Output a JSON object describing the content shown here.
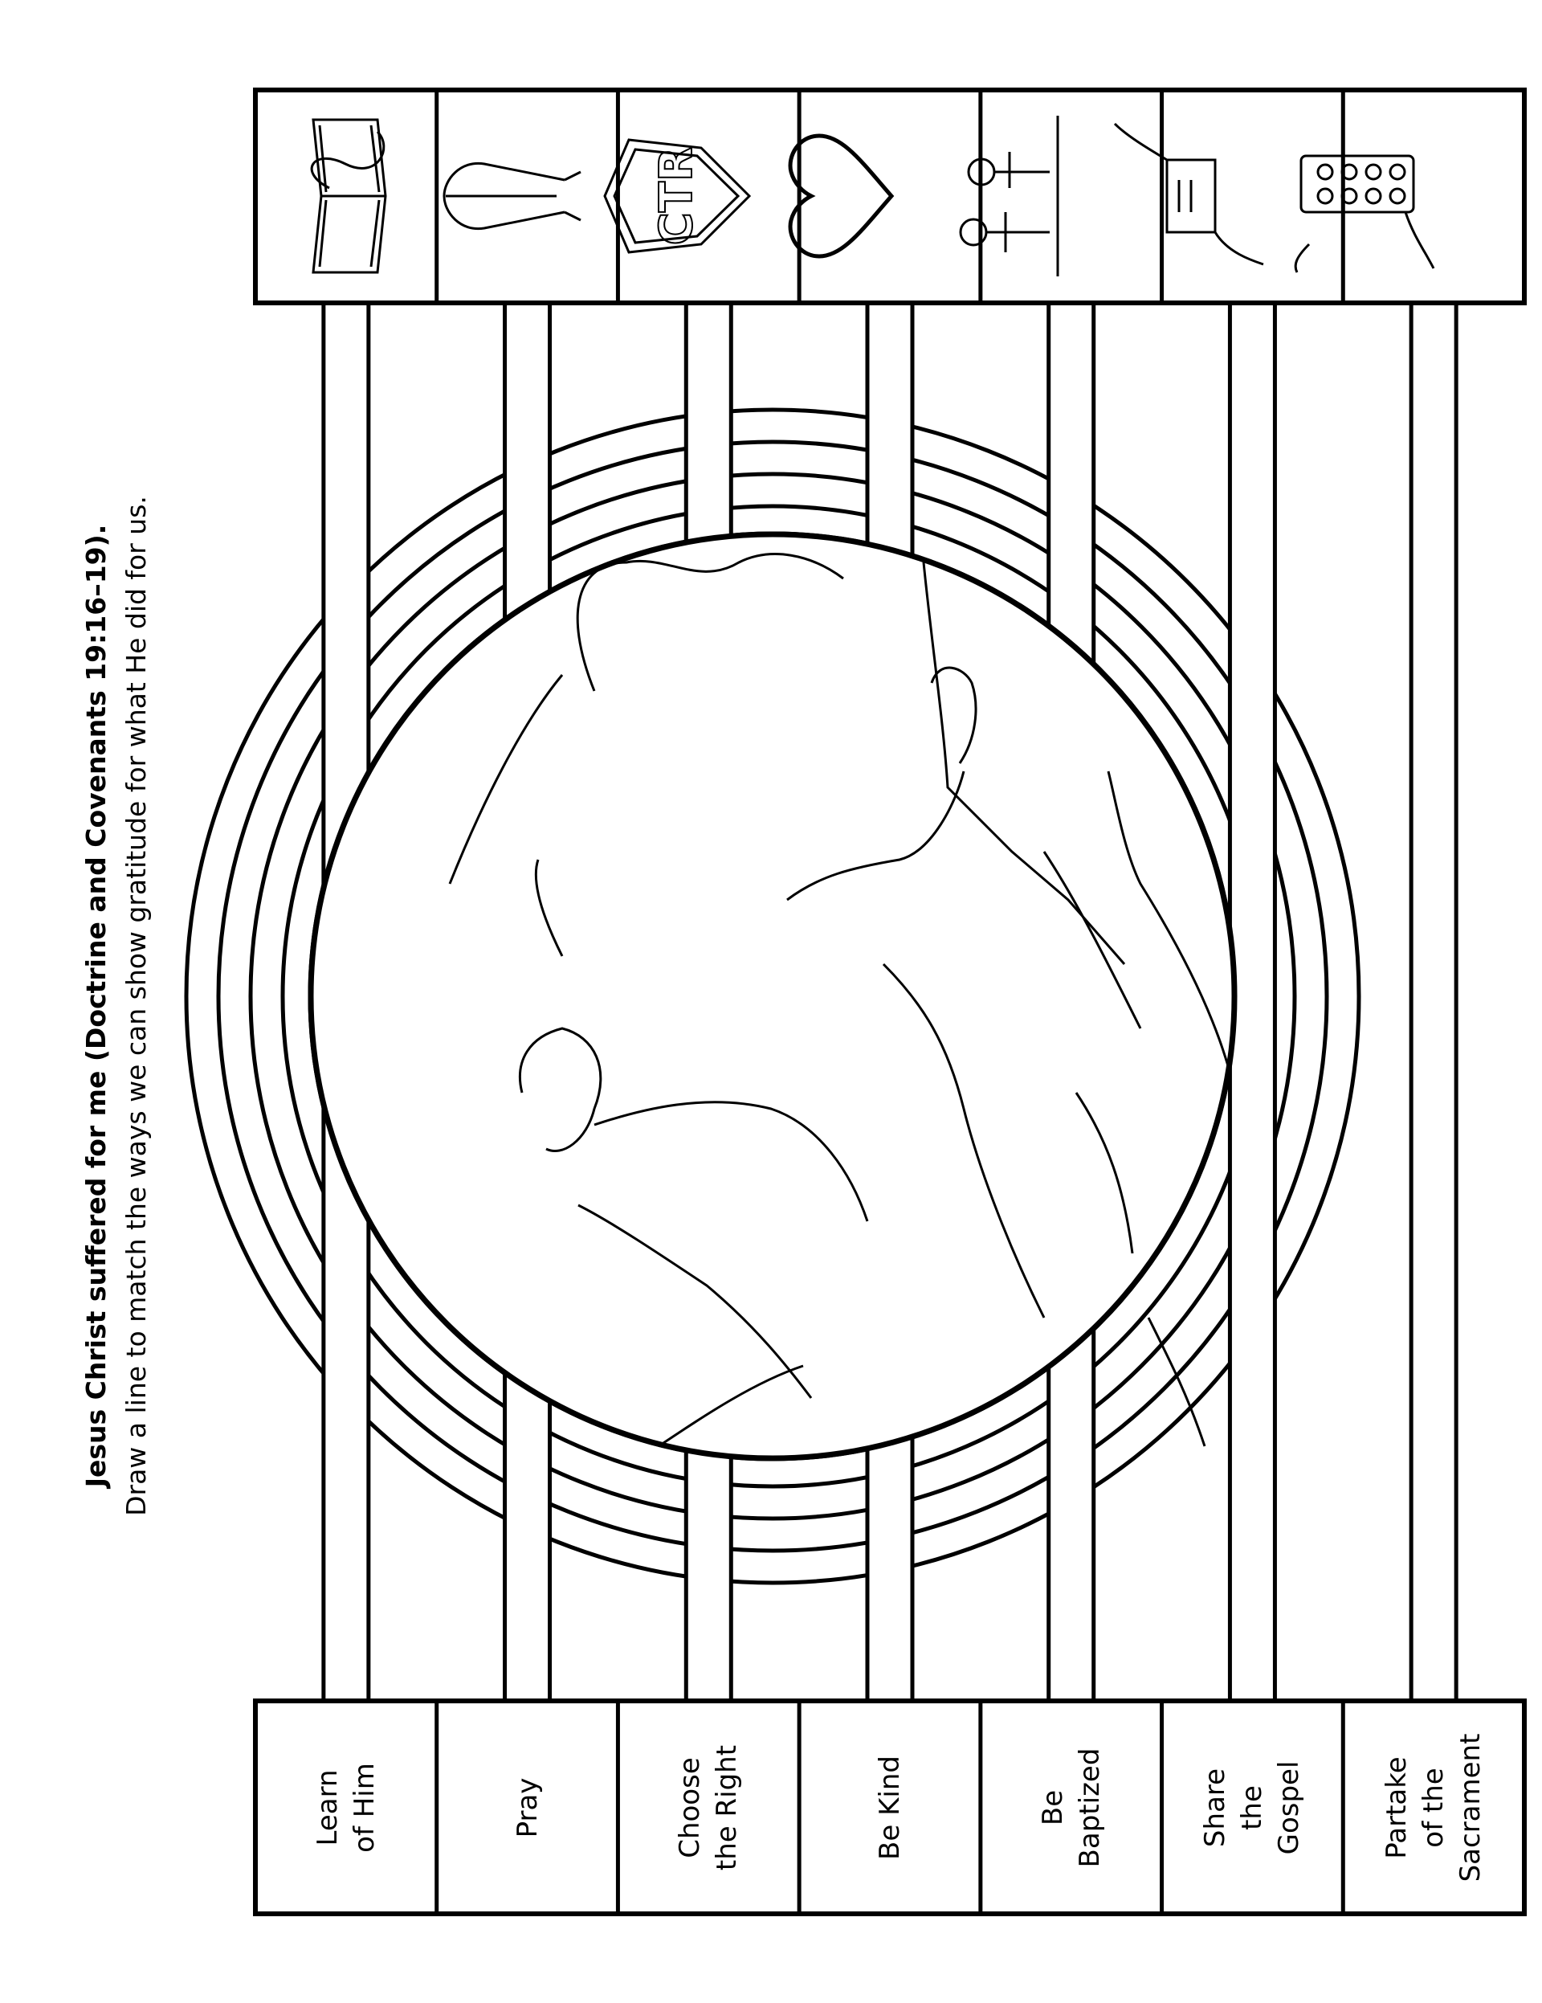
{
  "page": {
    "title": "Jesus Christ suffered for me (Doctrine and Covenants 19:16–19).",
    "instructions": "Draw a line to match the ways we can show gratitude for what He did for us."
  },
  "activities": [
    {
      "label": "Learn\nof Him",
      "icon": "open-scriptures-icon"
    },
    {
      "label": "Pray",
      "icon": "praying-hands-icon"
    },
    {
      "label": "Choose\nthe Right",
      "icon": "ctr-shield-icon"
    },
    {
      "label": "Be Kind",
      "icon": "heart-icon"
    },
    {
      "label": "Be\nBaptized",
      "icon": "baptism-icon"
    },
    {
      "label": "Share\nthe\nGospel",
      "icon": "giving-book-icon"
    },
    {
      "label": "Partake\nof the\nSacrament",
      "icon": "sacrament-tray-icon"
    }
  ],
  "illustration": {
    "subject": "christ-praying-in-gethsemane-illustration"
  }
}
